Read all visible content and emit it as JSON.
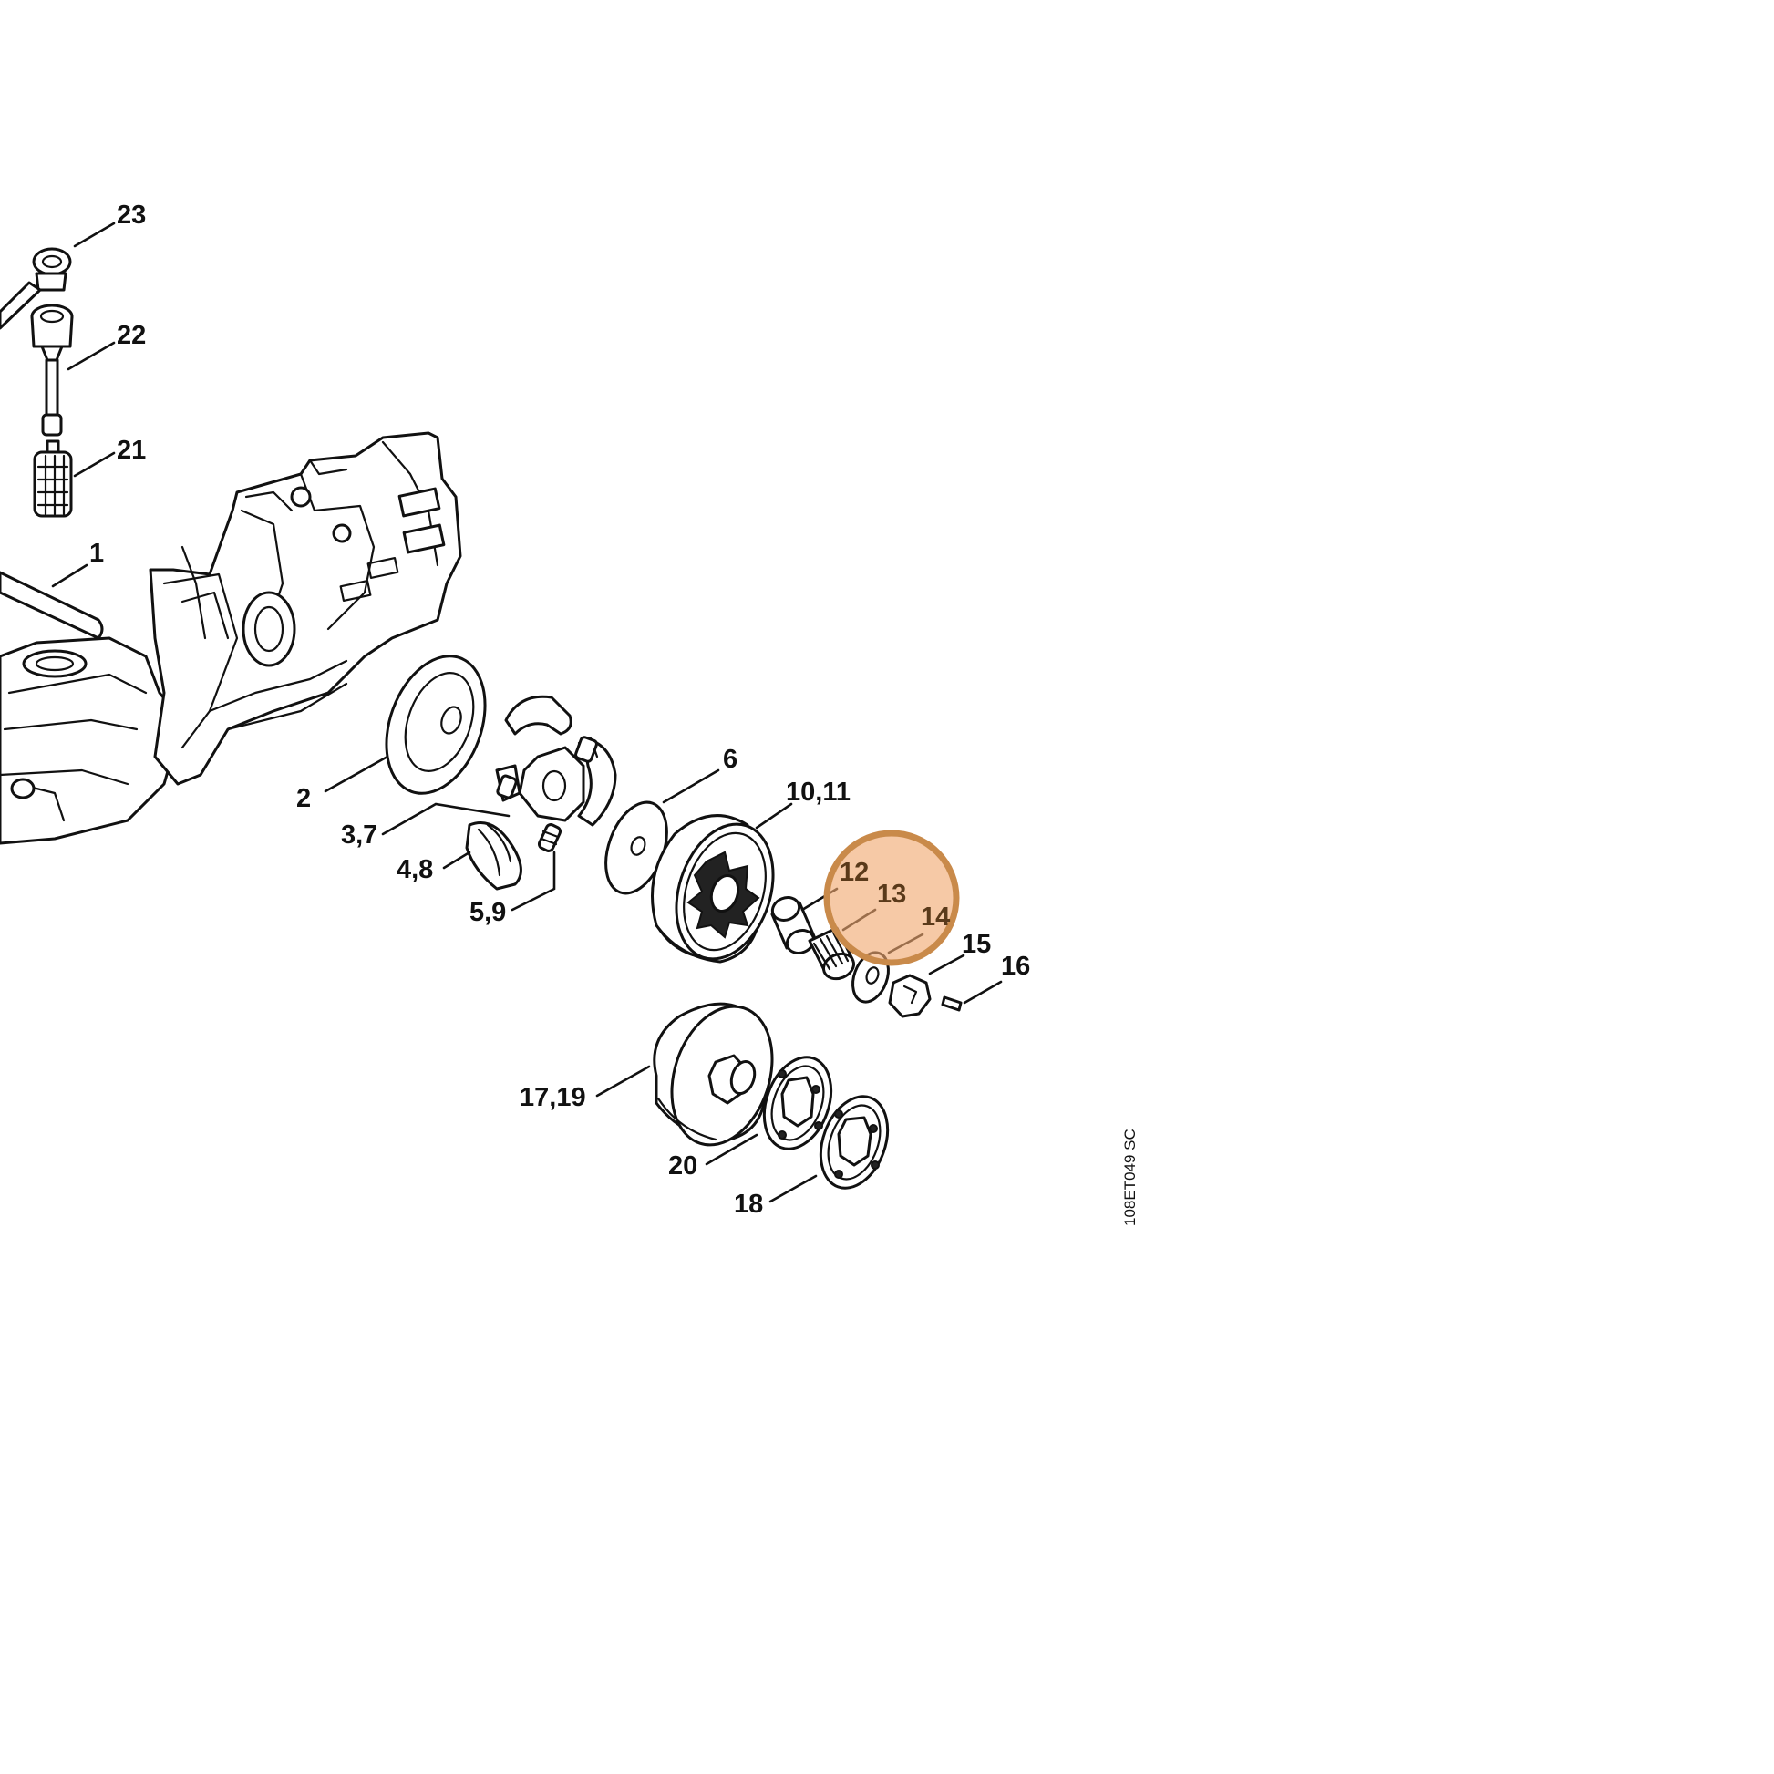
{
  "diagram": {
    "drawing_code": "108ET049 SC",
    "highlight": {
      "color_fill": "#f0a870",
      "color_stroke": "#c98a4a",
      "marked_callouts": [
        "12",
        "13",
        "14"
      ]
    },
    "callouts": {
      "c23": "23",
      "c22": "22",
      "c21": "21",
      "c1": "1",
      "c2": "2",
      "c3_7": "3,7",
      "c4_8": "4,8",
      "c5_9": "5,9",
      "c6": "6",
      "c10_11": "10,11",
      "c12": "12",
      "c13": "13",
      "c14": "14",
      "c15": "15",
      "c16": "16",
      "c17_19": "17,19",
      "c20": "20",
      "c18": "18"
    }
  }
}
